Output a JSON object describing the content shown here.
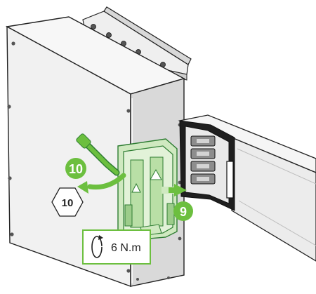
{
  "steps": {
    "step_10": "10",
    "step_9": "9"
  },
  "hex_label": "10",
  "torque": {
    "value": "6 N.m",
    "icon": "rotate-clockwise-icon"
  },
  "colors": {
    "green": "#6cbf3f",
    "green_light": "#cfe9c0",
    "green_dark": "#2e7d32",
    "metal_light": "#f3f3f3",
    "metal_mid": "#dcdcdc",
    "metal_dark": "#9a9a9a",
    "outline": "#222222"
  }
}
